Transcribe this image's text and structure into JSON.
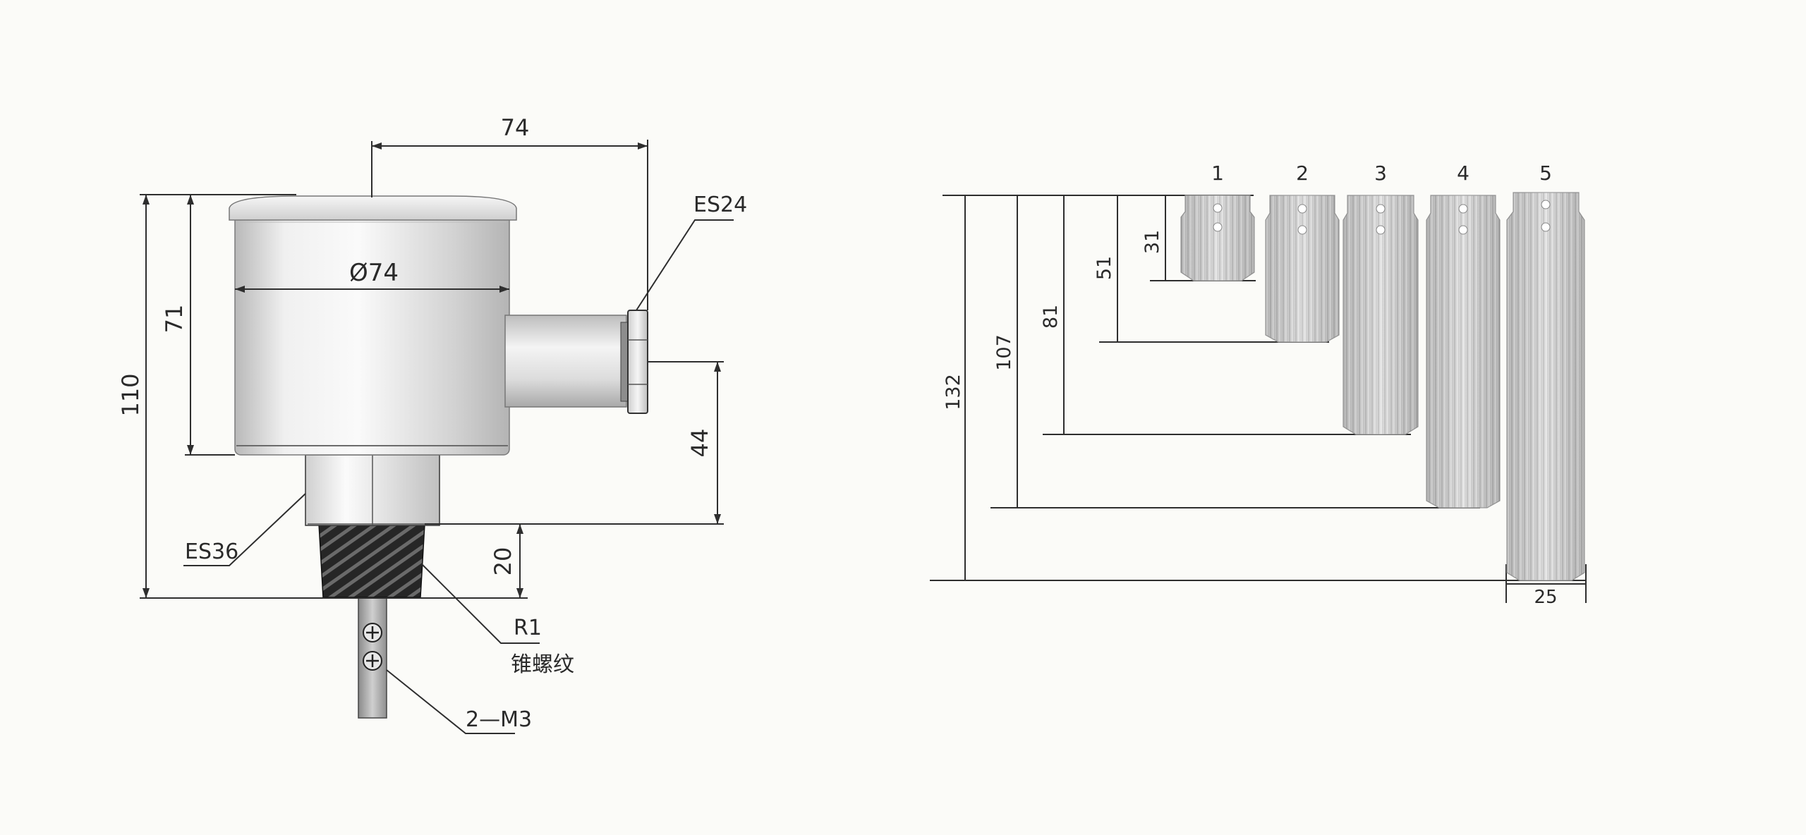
{
  "left_view": {
    "dim_width_top": "74",
    "dim_diameter": "Ø74",
    "dim_total_height": "110",
    "dim_body_height": "71",
    "dim_side_port_height": "44",
    "dim_thread_height": "20",
    "callout_es24": "ES24",
    "callout_es36": "ES36",
    "callout_thread_size": "R1",
    "callout_thread_type": "锥螺纹",
    "callout_screws": "2—M3"
  },
  "right_view": {
    "paddle_numbers": [
      "1",
      "2",
      "3",
      "4",
      "5"
    ],
    "paddle_lengths": [
      "31",
      "51",
      "81",
      "107",
      "132"
    ],
    "paddle_width": "25"
  },
  "colors": {
    "line": "#2e2e2e",
    "background": "#fbfbf8",
    "metal_light": "#f2f2f2",
    "metal_dark": "#b8b8b8",
    "thread": "#2b2b2b"
  }
}
